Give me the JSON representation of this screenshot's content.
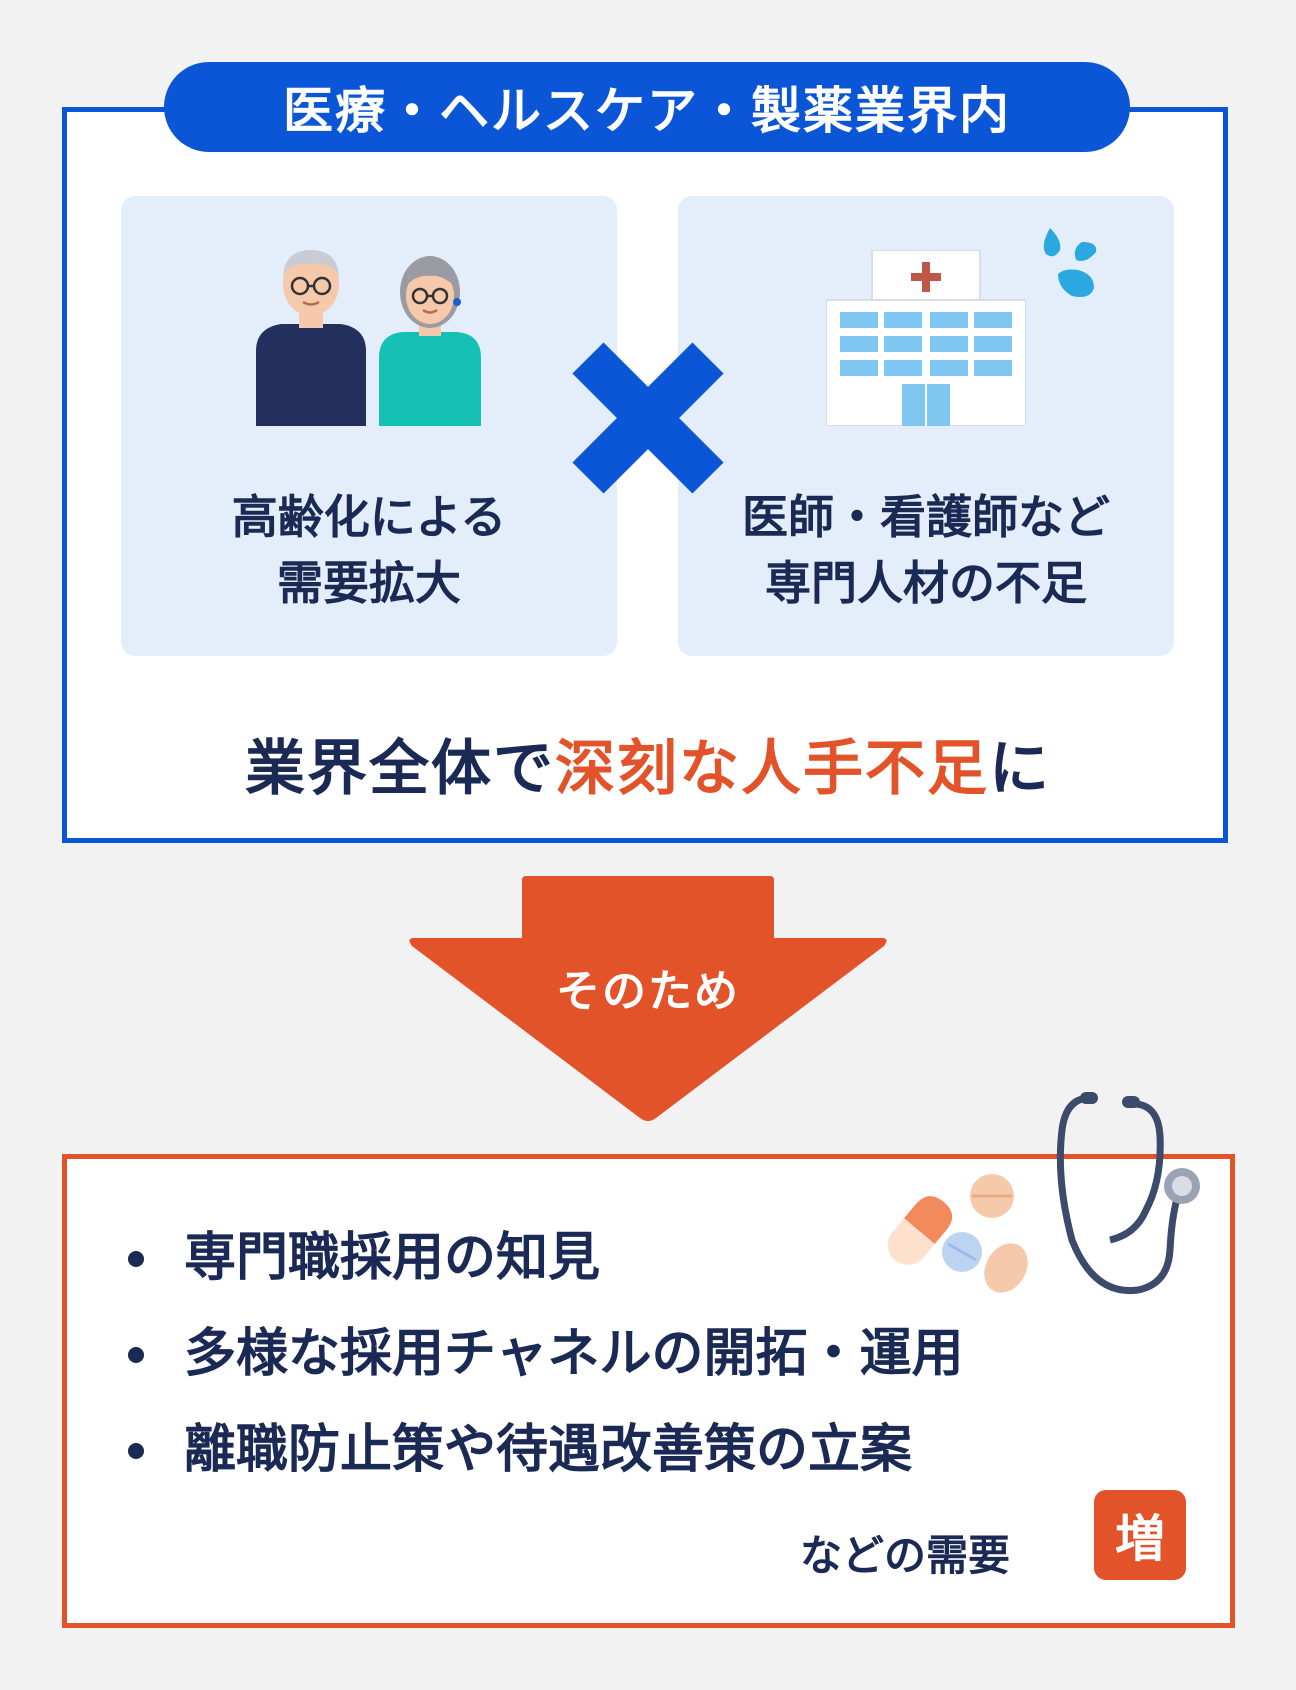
{
  "top_section": {
    "header": "医療・ヘルスケア・製薬業界内",
    "left_panel": {
      "line1": "高齢化による",
      "line2": "需要拡大"
    },
    "right_panel": {
      "line1": "医師・看護師など",
      "line2": "専門人材の不足"
    },
    "summary": {
      "before": "業界全体で",
      "highlight": "深刻な人手不足",
      "after": "に"
    }
  },
  "arrow": {
    "label": "そのため"
  },
  "bottom_section": {
    "items": [
      "専門職採用の知見",
      "多様な採用チャネルの開拓・運用",
      "離職防止策や待遇改善策の立案"
    ],
    "footer": "などの需要",
    "badge": "増"
  },
  "colors": {
    "blue": "#0b56d6",
    "orange": "#e2532a",
    "navy": "#1b2a55",
    "panel": "#e4edfa"
  },
  "icons": [
    "elderly-couple-icon",
    "cross-icon",
    "hospital-icon",
    "sweat-drops-icon",
    "pills-icon",
    "stethoscope-icon"
  ]
}
